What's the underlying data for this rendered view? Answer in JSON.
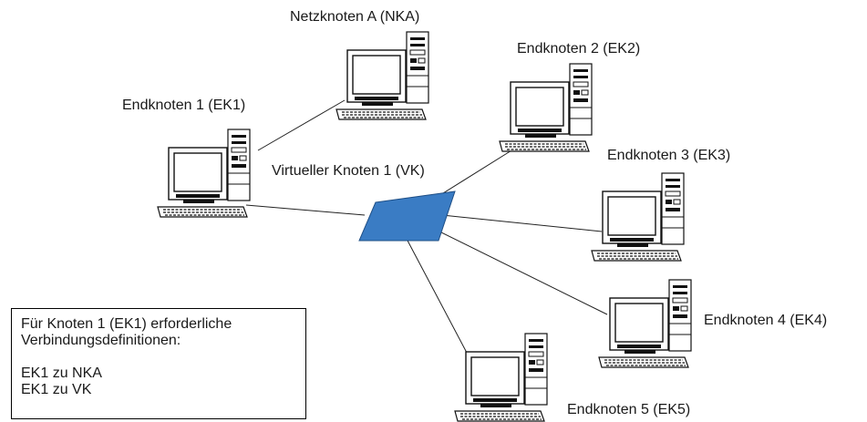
{
  "nodes": {
    "nka": {
      "label": "Netzknoten A (NKA)"
    },
    "ek1": {
      "label": "Endknoten 1 (EK1)"
    },
    "ek2": {
      "label": "Endknoten 2 (EK2)"
    },
    "ek3": {
      "label": "Endknoten 3 (EK3)"
    },
    "ek4": {
      "label": "Endknoten 4 (EK4)"
    },
    "ek5": {
      "label": "Endknoten 5 (EK5)"
    },
    "vk": {
      "label": "Virtueller Knoten 1 (VK)"
    }
  },
  "note": {
    "line1": "Für Knoten 1 (EK1) erforderliche",
    "line2": "Verbindungsdefinitionen:",
    "line3": "EK1 zu NKA",
    "line4": "EK1 zu VK"
  },
  "colors": {
    "vk_fill": "#3a7cc4",
    "vk_stroke": "#1f4f86",
    "line": "#222222"
  }
}
